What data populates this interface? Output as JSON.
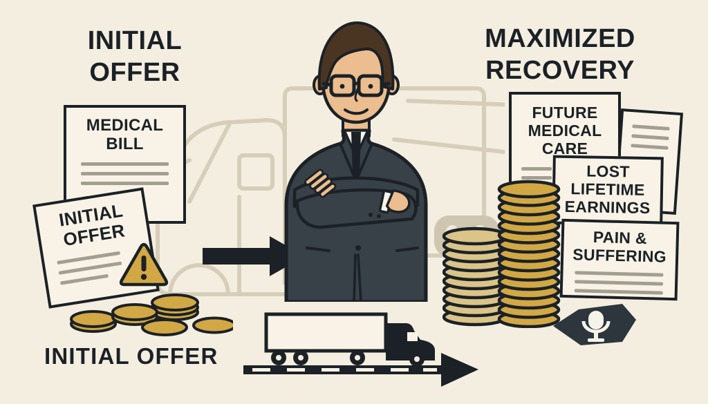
{
  "titles": {
    "initial_offer": {
      "line1": "INITIAL",
      "line2": "OFFER"
    },
    "maximized_recovery": {
      "line1": "MAXIMIZED",
      "line2": "RECOVERY"
    }
  },
  "documents": {
    "medical_bill": {
      "line1": "MEDICAL",
      "line2": "BILL"
    },
    "initial_offer": {
      "line1": "INITIAL",
      "line2": "OFFER"
    },
    "future_medical_care": {
      "line1": "FUTURE",
      "line2": "MEDICAL",
      "line3": "CARE"
    },
    "lost_lifetime_earnings": {
      "line1": "LOST",
      "line2": "LIFETIME",
      "line3": "EARNINGS"
    },
    "pain_suffering": {
      "line1": "PAIN &",
      "line2": "SUFFERING"
    }
  },
  "caption": "INITIAL OFFER",
  "icons": {
    "warning": "warning-triangle-icon",
    "small_coins": "coins-icon",
    "arrow": "arrow-right-icon",
    "lawyer": "lawyer-illustration",
    "coin_stacks": "coin-stacks-icon",
    "truck": "truck-icon",
    "road_arrow": "road-arrow-icon",
    "microphone_badge": "microphone-badge-icon",
    "background_truck": "truck-outline-icon"
  },
  "colors": {
    "bg": "#f4eee0",
    "ink": "#1b2126",
    "suit": "#374147",
    "badge": "#2c363c",
    "paper": "#f8f3e6",
    "bar": "#a29e90",
    "gold": "#d2a845",
    "gold-light": "#dac488",
    "skin": "#ecbd8e",
    "hair": "#4a3522",
    "faint": "#d7ceba",
    "faint-fill": "#cfc6b1",
    "white": "#f6f3ea"
  }
}
